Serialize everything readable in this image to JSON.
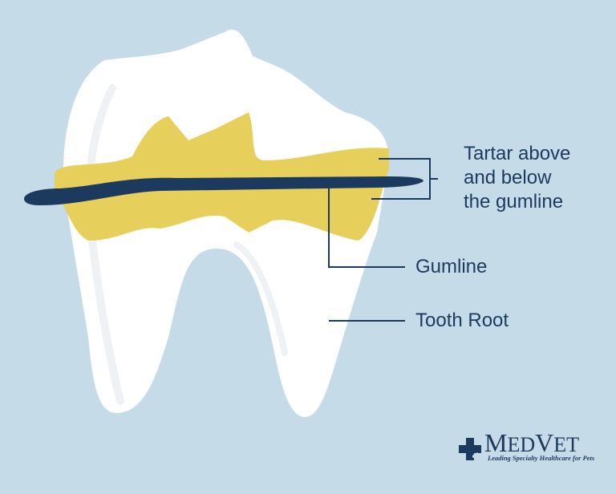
{
  "labels": {
    "tartar": [
      "Tartar above",
      "and below",
      "the gumline"
    ],
    "gumline": "Gumline",
    "tooth_root": "Tooth Root"
  },
  "logo": {
    "name": "MedVet",
    "tagline": "Leading Specialty Healthcare for Pets"
  },
  "colors": {
    "background": "#c5dbe7",
    "tooth": "#ffffff",
    "tartar": "#e6cf5a",
    "gumline": "#1b3a5e"
  }
}
